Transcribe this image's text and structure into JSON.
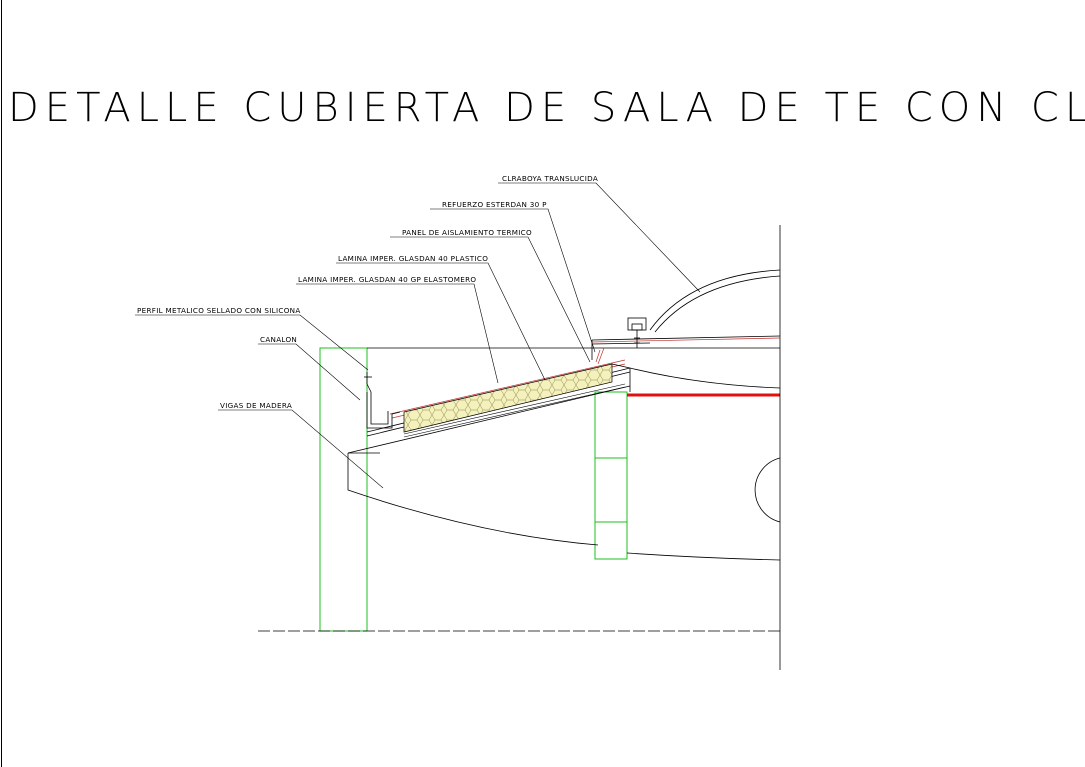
{
  "title": "DETALLE CUBIERTA DE SALA DE TE CON CLARABOYA",
  "labels": {
    "claraboya": "CLRABOYA TRANSLUCIDA",
    "refuerzo": "REFUERZO ESTERDAN 30 P",
    "panel": "PANEL DE AISLAMIENTO TERMICO",
    "lamina_plastico": "LAMINA IMPER. GLASDAN 40 PLASTICO",
    "lamina_elastomero": "LAMINA IMPER. GLASDAN 40 GP ELASTOMERO",
    "perfil": "PERFIL METALICO SELLADO CON SILICONA",
    "canalon": "CANALON",
    "vigas": "VIGAS DE MADERA"
  },
  "colors": {
    "line": "#000000",
    "structure_green": "#19c21d",
    "red_band": "#e01010",
    "insulation_fill": "#f4f0b8"
  }
}
